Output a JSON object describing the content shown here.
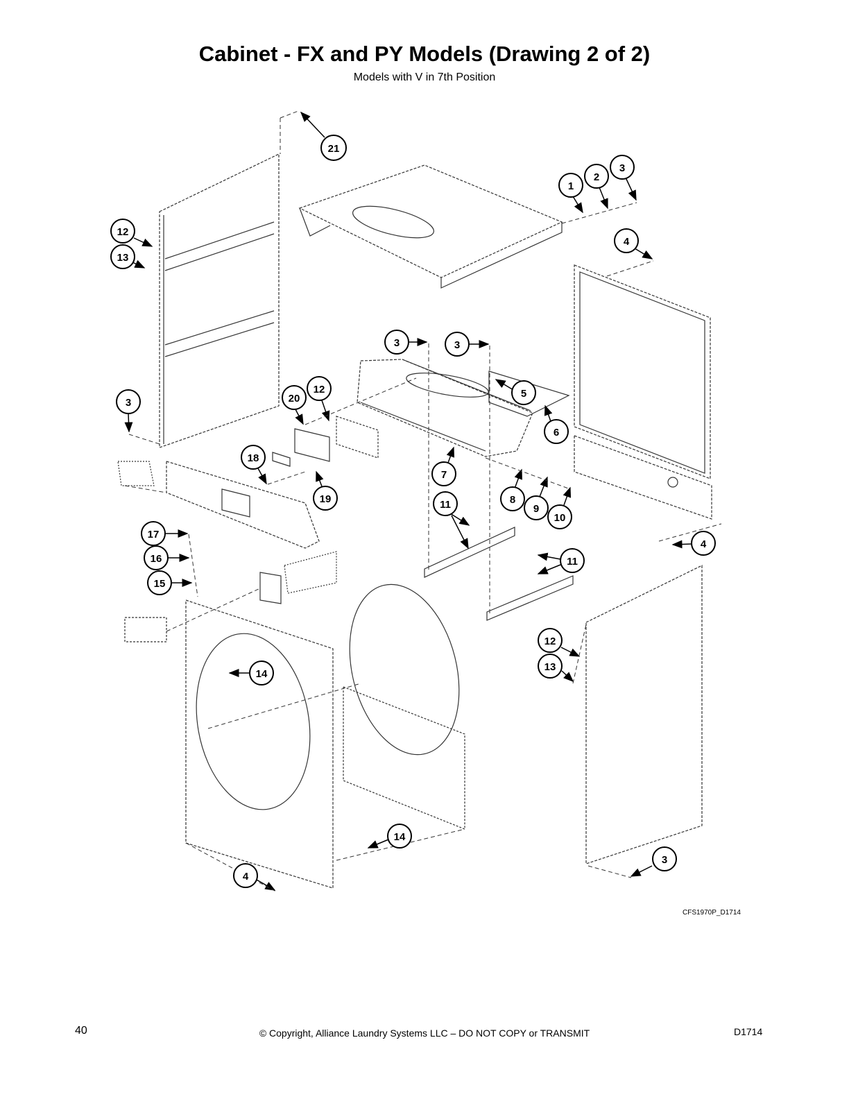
{
  "title": "Cabinet - FX and PY Models (Drawing 2 of 2)",
  "subtitle": "Models with V in 7th Position",
  "callouts": [
    "21",
    "1",
    "2",
    "3",
    "12",
    "13",
    "4",
    "3",
    "3",
    "5",
    "6",
    "20",
    "12",
    "3",
    "18",
    "19",
    "7",
    "8",
    "9",
    "10",
    "11",
    "17",
    "16",
    "15",
    "11",
    "4",
    "12",
    "13",
    "14",
    "14",
    "4",
    "3"
  ],
  "drawing_id": "CFS1970P_D1714",
  "footer": {
    "page_number": "40",
    "copyright": "© Copyright, Alliance Laundry Systems LLC – DO NOT COPY or TRANSMIT",
    "doc_code": "D1714"
  }
}
